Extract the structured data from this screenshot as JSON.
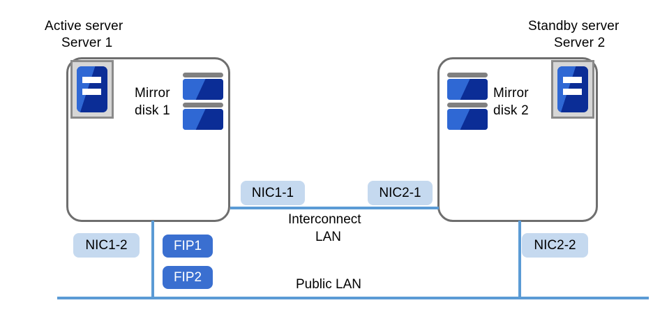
{
  "diagram": {
    "type": "network-cluster-diagram",
    "background": "#ffffff",
    "colors": {
      "nic_badge_bg": "#c5d9ef",
      "fip_badge_bg": "#3a6fd0",
      "lan_line": "#5b9bd5",
      "server_box_border": "#6e6e6e",
      "icon_blue_light": "#2f68d4",
      "icon_blue_dark": "#0b2d96",
      "icon_frame_gray": "#d6d6d6",
      "disk_cap_gray": "#808080"
    }
  },
  "servers": [
    {
      "role_label": "Active server",
      "name_label": "Server 1",
      "icon": "server-tower-icon",
      "disk": {
        "label_line1": "Mirror",
        "label_line2": "disk 1",
        "icon": "mirror-disk-icon",
        "unit_count": 2
      }
    },
    {
      "role_label": "Standby server",
      "name_label": "Server 2",
      "icon": "server-tower-icon",
      "disk": {
        "label_line1": "Mirror",
        "label_line2": "disk 2",
        "icon": "mirror-disk-icon",
        "unit_count": 2
      }
    }
  ],
  "nics": [
    {
      "id": "nic1-1",
      "label": "NIC1-1"
    },
    {
      "id": "nic2-1",
      "label": "NIC2-1"
    },
    {
      "id": "nic1-2",
      "label": "NIC1-2"
    },
    {
      "id": "nic2-2",
      "label": "NIC2-2"
    }
  ],
  "fips": [
    {
      "id": "fip1",
      "label": "FIP1"
    },
    {
      "id": "fip2",
      "label": "FIP2"
    }
  ],
  "networks": [
    {
      "id": "interconnect-lan",
      "label_line1": "Interconnect",
      "label_line2": "LAN"
    },
    {
      "id": "public-lan",
      "label": "Public LAN"
    }
  ]
}
